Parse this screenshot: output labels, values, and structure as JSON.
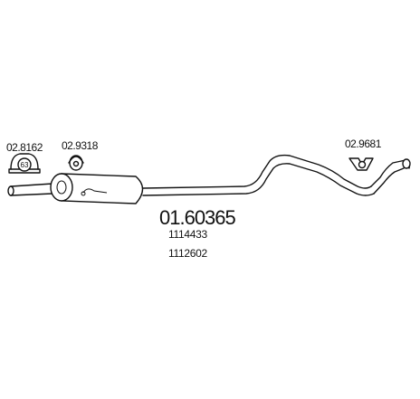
{
  "labels": {
    "clamp_part": "02.8162",
    "clamp_size": "63",
    "hanger_front_part": "02.9318",
    "hanger_rear_part": "02.9681",
    "main_part": "01.60365",
    "ref_1": "1114433",
    "ref_2": "1112602"
  }
}
